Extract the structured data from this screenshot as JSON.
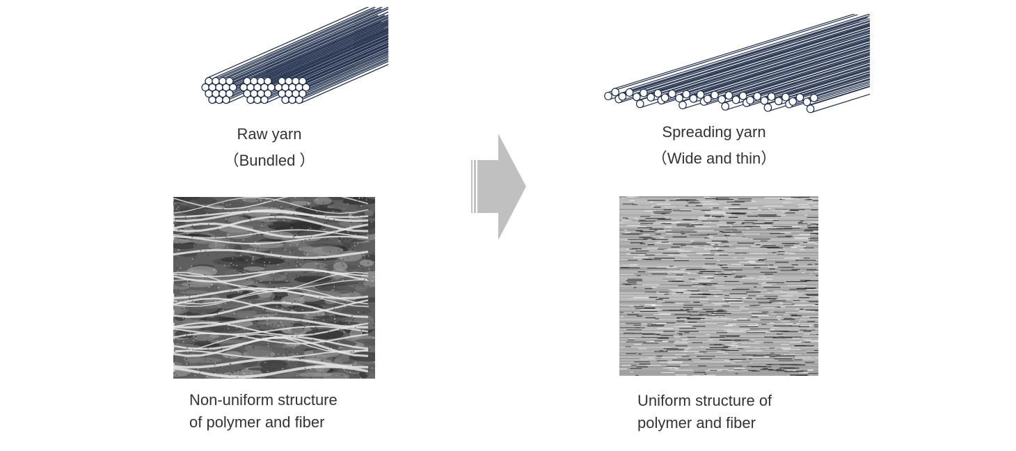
{
  "left": {
    "caption_line1": "Raw yarn",
    "caption_line2": "（Bundled ）",
    "structure_line1": "Non-uniform structure",
    "structure_line2": "of polymer and fiber"
  },
  "right": {
    "caption_line1": "Spreading yarn",
    "caption_line2": "（Wide and thin）",
    "structure_line1": "Uniform structure of",
    "structure_line2": "polymer and fiber"
  },
  "colors": {
    "fiber_stroke": "#1f2d4a",
    "arrow_fill": "#c0c0c0",
    "micro_dark": "#3a3a3a",
    "micro_light": "#e6e6e6"
  },
  "icons": {
    "raw_yarn": "bundled-fibers-icon",
    "spread_yarn": "spread-fibers-icon",
    "process_arrow": "right-arrow-icon"
  }
}
